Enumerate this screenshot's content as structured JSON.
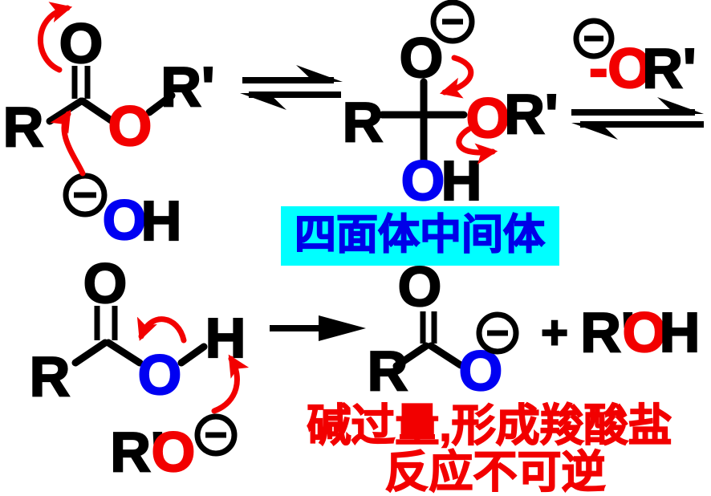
{
  "colors": {
    "red": "#f20000",
    "blue": "#0000f2",
    "cyan_highlight": "#00ffff",
    "black": "#000000",
    "label_blue": "#0000e8"
  },
  "icons": {
    "negative_charge": "circled-minus"
  },
  "top_row": {
    "ester": {
      "r": "R",
      "carbonyl_o": "O",
      "ester_o": "O",
      "r_prime": "R'"
    },
    "hydroxide": {
      "o": "O",
      "h": "H"
    },
    "intermediate": {
      "alkoxide_o": "O",
      "r": "R",
      "or_o": "O",
      "or_r_prime": "R'",
      "oh_o": "O",
      "oh_h": "H"
    },
    "leaving_group": {
      "minus_o": "-O",
      "r_prime": "R'"
    }
  },
  "tetrahedral_label": "四面体中间体",
  "bottom_row": {
    "acid": {
      "carbonyl_o": "O",
      "r": "R",
      "hydroxyl_o": "O",
      "hydroxyl_h": "H"
    },
    "alkoxide": {
      "r_prime": "R'",
      "o": "O"
    },
    "carboxylate": {
      "carbonyl_o": "O",
      "r": "R",
      "o": "O"
    },
    "plus_sign": "+",
    "alcohol": {
      "r_prime": "R'",
      "o": "O",
      "h": "H"
    }
  },
  "annotation": {
    "line1": "碱过量,形成羧酸盐",
    "line2": "反应不可逆"
  }
}
